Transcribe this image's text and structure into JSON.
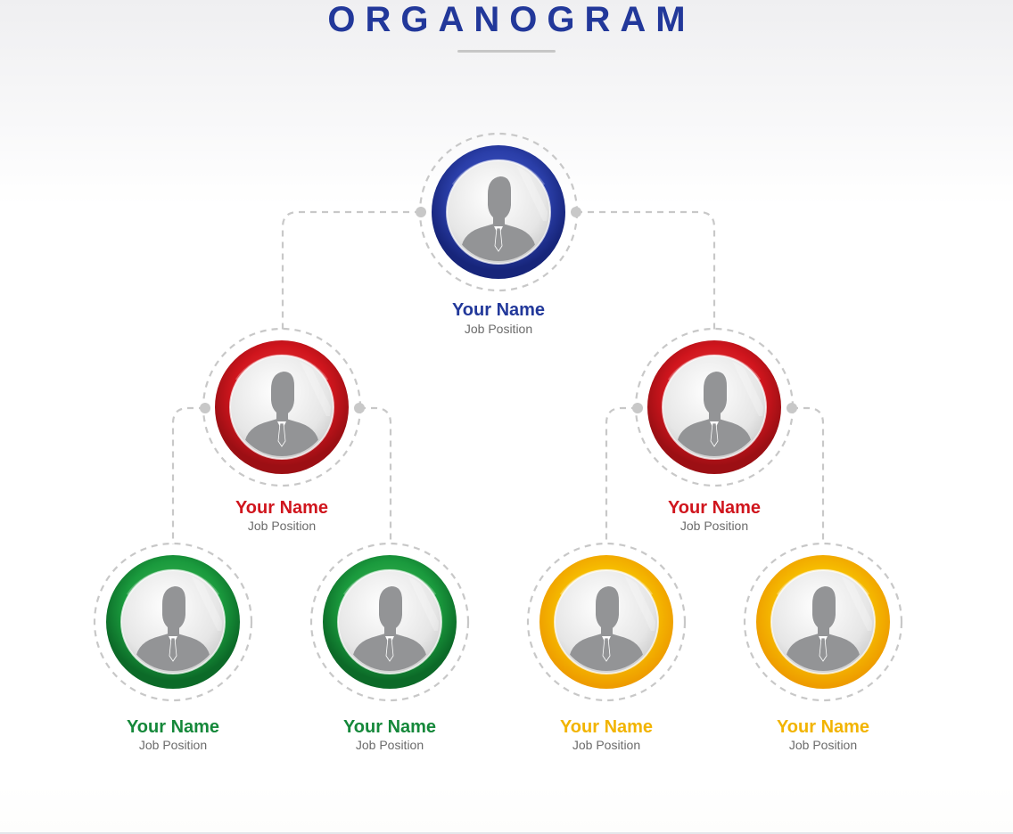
{
  "title": "ORGANOGRAM",
  "colors": {
    "title": "#22389a",
    "connector": "#c8c8c8",
    "blue": "#22389a",
    "red": "#d0151d",
    "green": "#15883a",
    "yellow": "#f2b400",
    "position_text": "#6b6b6b"
  },
  "nodes": [
    {
      "id": "top",
      "level": 1,
      "color": "blue",
      "name": "Your Name",
      "position": "Job Position",
      "icon": "person-silhouette-icon"
    },
    {
      "id": "mid-left",
      "level": 2,
      "color": "red",
      "name": "Your Name",
      "position": "Job Position",
      "icon": "person-silhouette-icon"
    },
    {
      "id": "mid-right",
      "level": 2,
      "color": "red",
      "name": "Your Name",
      "position": "Job Position",
      "icon": "person-silhouette-icon"
    },
    {
      "id": "bottom-1",
      "level": 3,
      "color": "green",
      "name": "Your Name",
      "position": "Job Position",
      "icon": "person-silhouette-icon"
    },
    {
      "id": "bottom-2",
      "level": 3,
      "color": "green",
      "name": "Your Name",
      "position": "Job Position",
      "icon": "person-silhouette-icon"
    },
    {
      "id": "bottom-3",
      "level": 3,
      "color": "yellow",
      "name": "Your Name",
      "position": "Job Position",
      "icon": "person-silhouette-icon"
    },
    {
      "id": "bottom-4",
      "level": 3,
      "color": "yellow",
      "name": "Your Name",
      "position": "Job Position",
      "icon": "person-silhouette-icon"
    }
  ],
  "edges": [
    [
      "top",
      "mid-left"
    ],
    [
      "top",
      "mid-right"
    ],
    [
      "mid-left",
      "bottom-1"
    ],
    [
      "mid-left",
      "bottom-2"
    ],
    [
      "mid-right",
      "bottom-3"
    ],
    [
      "mid-right",
      "bottom-4"
    ]
  ]
}
